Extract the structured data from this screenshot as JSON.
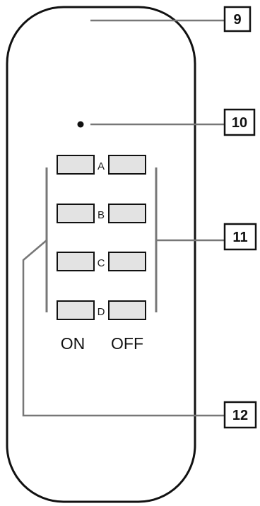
{
  "buttons": [
    {
      "label": "A"
    },
    {
      "label": "B"
    },
    {
      "label": "C"
    },
    {
      "label": "D"
    }
  ],
  "column_labels": {
    "on": "ON",
    "off": "OFF"
  },
  "callouts": {
    "c9": "9",
    "c10": "10",
    "c11": "11",
    "c12": "12"
  },
  "colors": {
    "button_fill": "#e3e3e3",
    "outline": "#111111",
    "leader": "#777777"
  },
  "icons": {
    "indicator": "led-dot-icon"
  }
}
